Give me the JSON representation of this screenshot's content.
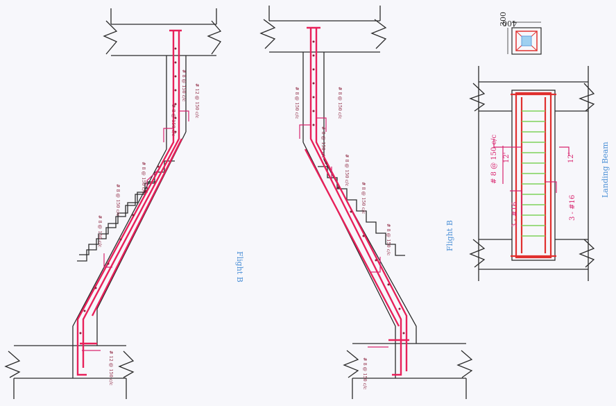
{
  "colors": {
    "paper": "#f7f7fb",
    "concrete": "#2a2a2a",
    "main_bar": "#e8205a",
    "dist_bar": "#8a1f3a",
    "dimension": "#d8246e",
    "stirrup": "#7fd25a",
    "caption": "#4a8fd6",
    "beam_outline": "#e0302f"
  },
  "captions": {
    "flight_left": "Flight B",
    "flight_mid": "Flight B",
    "landing_beam": "Landing Beam"
  },
  "left_flight_labels": {
    "top_1": "# 8 @ 150 c/c",
    "top_2": "# 12 @ 150 c/c",
    "knee_1": "# 8 @ 150 c/c",
    "knee_2": "# 8 @ 150 c/c",
    "slope_1": "# 8 @ 150 c/c",
    "slope_2": "# 8 @ 150 c/c",
    "bottom_1": "# 12 @ 150 c/c"
  },
  "right_flight_labels": {
    "top_1": "# 8 @ 150 c/c",
    "top_2": "# 8 @ 150 c/c",
    "knee_1": "# 8 @ 150 c/c",
    "slope_1": "# 8 @ 150 c/c",
    "slope_2": "# 8 @ 150 c/c",
    "slope_3": "# 8 @ 150 c/c",
    "bottom_1": "# 8 @ 150 c/c"
  },
  "landing_beam": {
    "stirrups": "# 8 @ 150 c/c",
    "dim_top": "12'",
    "dim_bottom": "12'",
    "bars_left": "3 - #16",
    "bars_right": "3 - #16"
  },
  "section_detail": {
    "width": "300",
    "depth": "400"
  }
}
